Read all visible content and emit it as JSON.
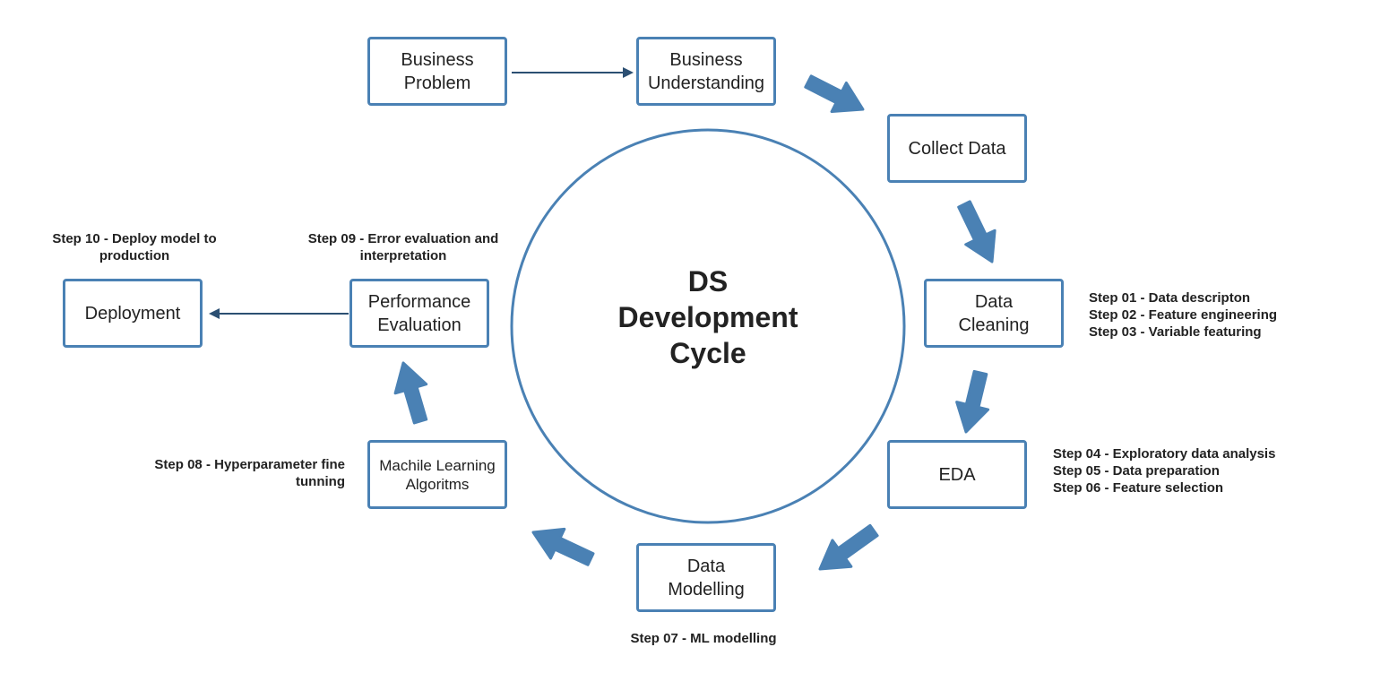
{
  "diagram": {
    "title_line1": "DS",
    "title_line2": "Development",
    "title_line3": "Cycle",
    "colors": {
      "box_border": "#4a81b4",
      "arrow_fill": "#4a81b4",
      "circle_stroke": "#4a81b4",
      "connector": "#2b4f72",
      "text": "#222222"
    },
    "nodes": {
      "business_problem": {
        "line1": "Business",
        "line2": "Problem"
      },
      "business_understanding": {
        "line1": "Business",
        "line2": "Understanding"
      },
      "collect_data": {
        "line1": "Collect Data"
      },
      "data_cleaning": {
        "line1": "Data",
        "line2": "Cleaning"
      },
      "eda": {
        "line1": "EDA"
      },
      "data_modelling": {
        "line1": "Data",
        "line2": "Modelling"
      },
      "ml_algorithms": {
        "line1": "Machile Learning",
        "line2": "Algoritms"
      },
      "performance_evaluation": {
        "line1": "Performance",
        "line2": "Evaluation"
      },
      "deployment": {
        "line1": "Deployment"
      }
    },
    "notes": {
      "cleaning": [
        "Step 01 - Data descripton",
        "Step 02 - Feature engineering",
        "Step 03 - Variable featuring"
      ],
      "eda": [
        "Step 04 - Exploratory data analysis",
        "Step 05 - Data preparation",
        "Step 06 - Feature selection"
      ],
      "modelling": "Step 07 - ML modelling",
      "hyperparameter": {
        "line1": "Step 08 - Hyperparameter fine",
        "line2": "tunning"
      },
      "error_eval": {
        "line1": "Step 09 - Error evaluation and",
        "line2": "interpretation"
      },
      "deploy": {
        "line1": "Step 10 - Deploy model to",
        "line2": "production"
      }
    }
  }
}
